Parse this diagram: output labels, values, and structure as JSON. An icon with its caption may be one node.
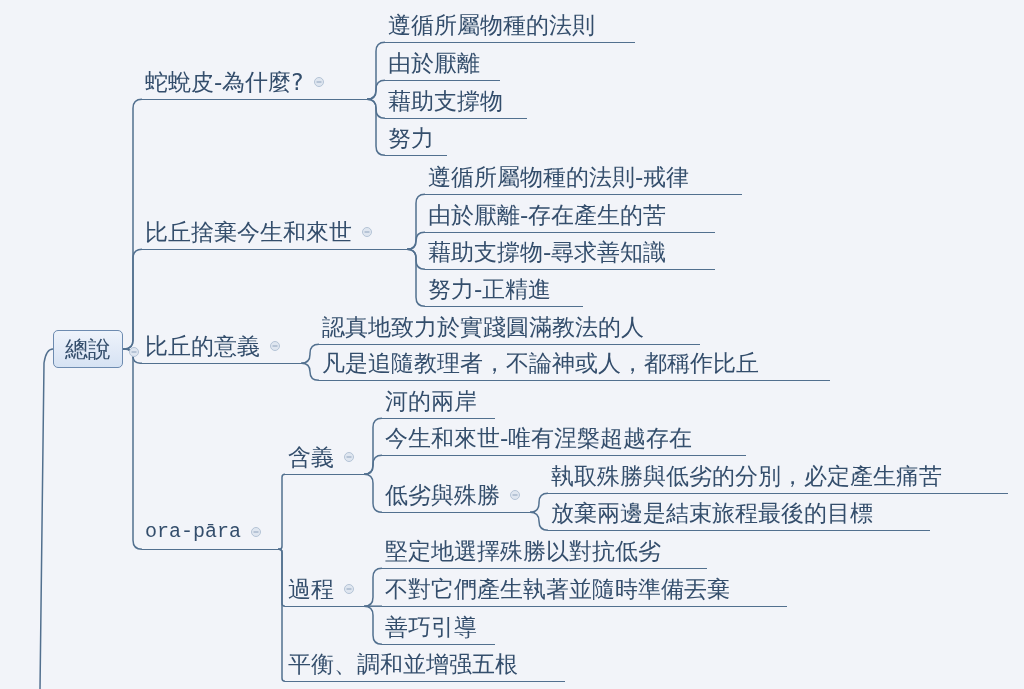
{
  "diagram": {
    "nodes": [
      {
        "text": [
          "總說"
        ]
      },
      {
        "text": [
          "蛇蛻皮-為什麼?"
        ]
      },
      {
        "text": [
          "遵循所屬物種的法則"
        ]
      },
      {
        "text": [
          "由於厭離"
        ]
      },
      {
        "text": [
          "藉助支撐物"
        ]
      },
      {
        "text": [
          "努力"
        ]
      },
      {
        "text": [
          "比丘捨棄今生和來世"
        ]
      },
      {
        "text": [
          "遵循所屬物種的法則-戒律"
        ]
      },
      {
        "text": [
          "由於厭離-存在產生的苦"
        ]
      },
      {
        "text": [
          "藉助支撐物-尋求善知識"
        ]
      },
      {
        "text": [
          "努力-正精進"
        ]
      },
      {
        "text": [
          "比丘的意義"
        ]
      },
      {
        "text": [
          "認真地致力於實踐圓滿教法的人"
        ]
      },
      {
        "text": [
          "凡是追隨教理者，不論神或人，都稱作比丘"
        ]
      },
      {
        "text": [
          "ora-pāra"
        ]
      },
      {
        "text": [
          "含義"
        ]
      },
      {
        "text": [
          "河的兩岸"
        ]
      },
      {
        "text": [
          "今生和來世-唯有涅槃超越存在"
        ]
      },
      {
        "text": [
          "低劣與殊勝"
        ]
      },
      {
        "text": [
          "執取殊勝與低劣的分別，必定產生痛苦"
        ]
      },
      {
        "text": [
          "放棄兩邊是結束旅程最後的目標"
        ]
      },
      {
        "text": [
          "過程"
        ]
      },
      {
        "text": [
          "堅定地選擇殊勝以對抗低劣"
        ]
      },
      {
        "text": [
          "不對它們產生執著並隨時準備丟棄"
        ]
      },
      {
        "text": [
          "善巧引導"
        ]
      },
      {
        "text": [
          "平衡、調和並增强五根"
        ]
      }
    ],
    "edges": [
      {
        "from": null,
        "to": 0,
        "arrow": "none"
      },
      {
        "from": 0,
        "to": 1,
        "arrow": "none"
      },
      {
        "from": 0,
        "to": 6,
        "arrow": "none"
      },
      {
        "from": 0,
        "to": 11,
        "arrow": "none"
      },
      {
        "from": 0,
        "to": 14,
        "arrow": "none"
      },
      {
        "from": 1,
        "to": 2,
        "arrow": "none"
      },
      {
        "from": 1,
        "to": 3,
        "arrow": "none"
      },
      {
        "from": 1,
        "to": 4,
        "arrow": "none"
      },
      {
        "from": 1,
        "to": 5,
        "arrow": "none"
      },
      {
        "from": 6,
        "to": 7,
        "arrow": "none"
      },
      {
        "from": 6,
        "to": 8,
        "arrow": "none"
      },
      {
        "from": 6,
        "to": 9,
        "arrow": "none"
      },
      {
        "from": 6,
        "to": 10,
        "arrow": "none"
      },
      {
        "from": 11,
        "to": 12,
        "arrow": "none"
      },
      {
        "from": 11,
        "to": 13,
        "arrow": "none"
      },
      {
        "from": 14,
        "to": 15,
        "arrow": "none"
      },
      {
        "from": 14,
        "to": 21,
        "arrow": "none"
      },
      {
        "from": 14,
        "to": 25,
        "arrow": "none"
      },
      {
        "from": 15,
        "to": 16,
        "arrow": "none"
      },
      {
        "from": 15,
        "to": 17,
        "arrow": "none"
      },
      {
        "from": 15,
        "to": 18,
        "arrow": "none"
      },
      {
        "from": 18,
        "to": 19,
        "arrow": "none"
      },
      {
        "from": 18,
        "to": 20,
        "arrow": "none"
      },
      {
        "from": 21,
        "to": 22,
        "arrow": "none"
      },
      {
        "from": 21,
        "to": 23,
        "arrow": "none"
      },
      {
        "from": 21,
        "to": 24,
        "arrow": "none"
      }
    ]
  }
}
